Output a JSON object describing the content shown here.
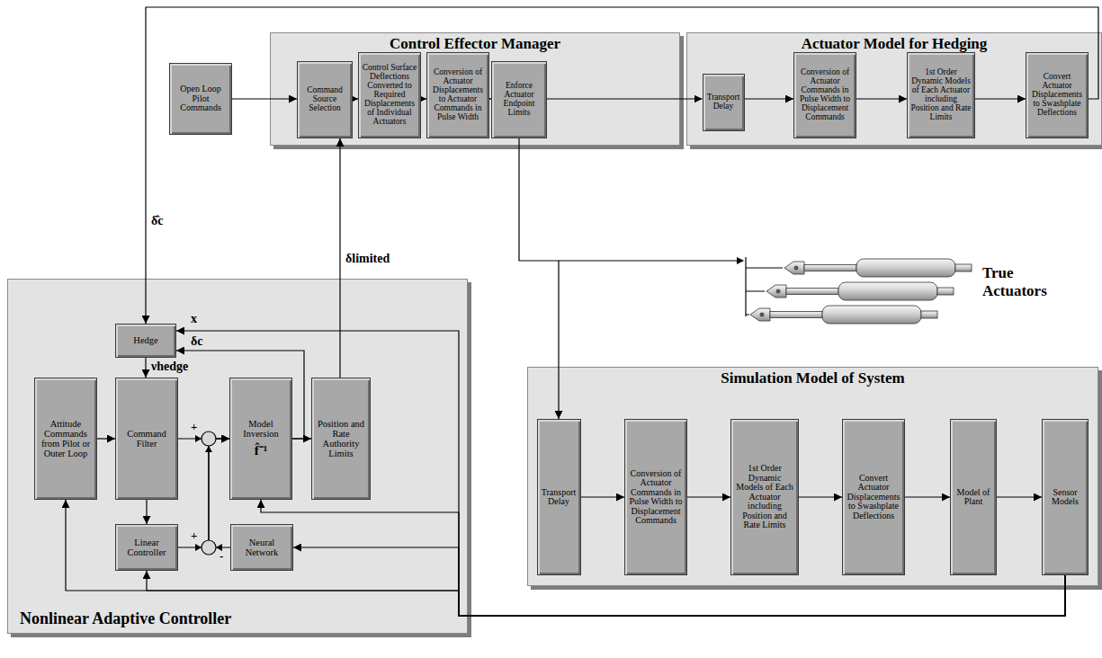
{
  "diagram": {
    "nodes": [
      {
        "text": [
          "Open Loop Pilot Commands"
        ]
      },
      {
        "text": [
          "Control Effector Manager"
        ]
      },
      {
        "text": [
          "Command Source Selection"
        ],
        "in": 1
      },
      {
        "text": [
          "Control Surface Deflections Converted to Required Displacements of Individual Actuators"
        ],
        "in": 1
      },
      {
        "text": [
          "Conversion of Actuator Displacements to Actuator Commands in Pulse Width"
        ],
        "in": 1
      },
      {
        "text": [
          "Enforce Actuator Endpoint Limits"
        ],
        "in": 1
      },
      {
        "text": [
          "Actuator Model for Hedging"
        ]
      },
      {
        "text": [
          "Transport Delay"
        ],
        "in": 6
      },
      {
        "text": [
          "Conversion of Actuator Commands in Pulse Width to Displacement Commands"
        ],
        "in": 6
      },
      {
        "text": [
          "1st Order Dynamic Models of Each Actuator including Position and Rate Limits"
        ],
        "in": 6
      },
      {
        "text": [
          "Convert Actuator Displacements to Swashplate Deflections"
        ],
        "in": 6
      },
      {
        "text": [
          "Nonlinear Adaptive Controller"
        ]
      },
      {
        "text": [
          "Hedge"
        ],
        "in": 11
      },
      {
        "text": [
          "Attitude Commands from Pilot or Outer Loop"
        ],
        "in": 11
      },
      {
        "text": [
          "Command Filter"
        ],
        "in": 11
      },
      {
        "text": [
          "Model Inversion",
          "f̂⁻¹"
        ],
        "in": 11
      },
      {
        "text": [
          "Position and Rate Authority Limits"
        ],
        "in": 11
      },
      {
        "text": [
          "Linear Controller"
        ],
        "in": 11
      },
      {
        "text": [
          "Neural Network"
        ],
        "in": 11
      },
      {
        "text": [
          "Simulation Model of System"
        ]
      },
      {
        "text": [
          "Transport Delay"
        ],
        "in": 19
      },
      {
        "text": [
          "Conversion of Actuator Commands in Pulse Width to Displacement Commands"
        ],
        "in": 19
      },
      {
        "text": [
          "1st Order Dynamic Models of Each Actuator including Position and Rate Limits"
        ],
        "in": 19
      },
      {
        "text": [
          "Convert Actuator Displacements to Swashplate Deflections"
        ],
        "in": 19
      },
      {
        "text": [
          "Model of Plant"
        ],
        "in": 19
      },
      {
        "text": [
          "Sensor Models"
        ],
        "in": 19
      }
    ],
    "edges": [
      {
        "from": 0,
        "to": 2,
        "arrow": "to"
      },
      {
        "from": 2,
        "to": 3,
        "arrow": "to"
      },
      {
        "from": 3,
        "to": 4,
        "arrow": "to"
      },
      {
        "from": 4,
        "to": 5,
        "arrow": "to"
      },
      {
        "from": 5,
        "to": 7,
        "arrow": "to"
      },
      {
        "from": 7,
        "to": 8,
        "arrow": "to"
      },
      {
        "from": 8,
        "to": 9,
        "arrow": "to"
      },
      {
        "from": 9,
        "to": 10,
        "arrow": "to"
      },
      {
        "from": 10,
        "to": 12,
        "label": "δ̂c",
        "arrow": "to"
      },
      {
        "from": 5,
        "to": 20,
        "arrow": "to"
      },
      {
        "from": 16,
        "to": 2,
        "label": "δlimited",
        "arrow": "to"
      },
      {
        "from": 15,
        "to": 16,
        "arrow": "to"
      },
      {
        "from": 15,
        "to": 12,
        "label": "δc",
        "arrow": "to"
      },
      {
        "from": 25,
        "to": 12,
        "label": "x",
        "arrow": "to"
      },
      {
        "from": 25,
        "to": 15,
        "arrow": "to"
      },
      {
        "from": 25,
        "to": 18,
        "arrow": "to"
      },
      {
        "from": 25,
        "to": 17,
        "arrow": "to"
      },
      {
        "from": 25,
        "to": 13,
        "arrow": "to"
      },
      {
        "from": 12,
        "to": 14,
        "label": "νhedge",
        "arrow": "to"
      },
      {
        "from": 13,
        "to": 14,
        "arrow": "to"
      },
      {
        "from": 14,
        "to": 15,
        "arrow": "to"
      },
      {
        "from": 14,
        "to": 17,
        "arrow": "to"
      },
      {
        "from": 17,
        "to": 15,
        "arrow": "to"
      },
      {
        "from": 18,
        "to": 15,
        "arrow": "to"
      },
      {
        "from": 20,
        "to": 21,
        "arrow": "to"
      },
      {
        "from": 21,
        "to": 22,
        "arrow": "to"
      },
      {
        "from": 22,
        "to": 23,
        "arrow": "to"
      },
      {
        "from": 23,
        "to": 24,
        "arrow": "to"
      },
      {
        "from": 24,
        "to": 25,
        "arrow": "to"
      }
    ],
    "labels": [
      "True Actuators",
      "+",
      "+",
      "-"
    ]
  }
}
